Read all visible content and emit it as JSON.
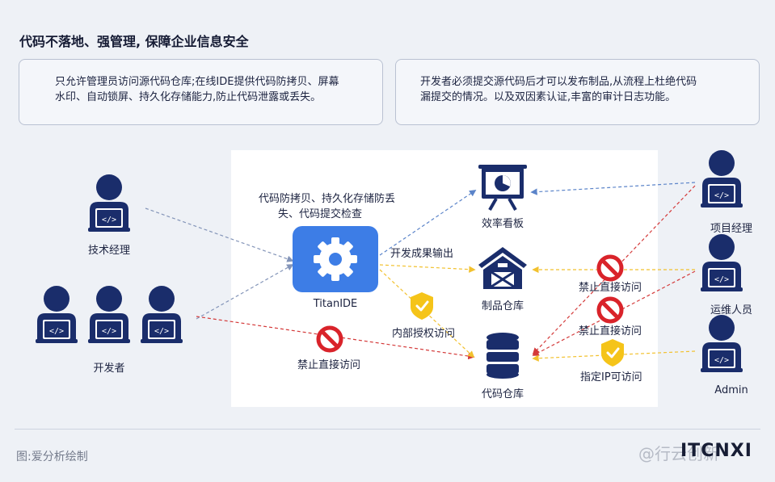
{
  "title": "代码不落地、强管理, 保障企业信息安全",
  "cards": {
    "left": {
      "line1": "只允许管理员访问源代码仓库;在线IDE提供代码防拷贝、屏幕",
      "line2": "水印、自动锁屏、持久化存储能力,防止代码泄露或丢失。"
    },
    "right": {
      "line1": "开发者必须提交源代码后才可以发布制品,从流程上杜绝代码",
      "line2": "漏提交的情况。以及双因素认证,丰富的审计日志功能。"
    }
  },
  "diagram": {
    "ide_note_line1": "代码防拷贝、持久化存储防丢",
    "ide_note_line2": "失、代码提交检查",
    "ide_label": "TitanIDE",
    "output_label": "开发成果输出",
    "internal_label": "内部授权访问",
    "block_dev_label": "禁止直接访问",
    "dashboard_label": "效率看板",
    "artifact_label": "制品仓库",
    "coderepo_label": "代码仓库",
    "block_pm_label": "禁止直接访问",
    "block_ops_label": "禁止直接访问",
    "ip_label": "指定IP可访问",
    "tech_manager_label": "技术经理",
    "developers_label": "开发者",
    "project_manager_label": "项目经理",
    "ops_label": "运维人员",
    "admin_label": "Admin",
    "person_glyph": "</>"
  },
  "colors": {
    "navy": "#1a2d6b",
    "ide_blue": "#3d7de6",
    "gray_arrow": "#8394b8",
    "blue_arrow": "#5b84c9",
    "red_arrow": "#d43a3a",
    "yellow_arrow": "#f2c12e",
    "forbidden_red": "#d9232a",
    "shield_yellow": "#f5c419"
  },
  "footer": {
    "source": "图:爱分析绘制",
    "watermark": "@行云创新",
    "brand": "ITCNXI"
  }
}
